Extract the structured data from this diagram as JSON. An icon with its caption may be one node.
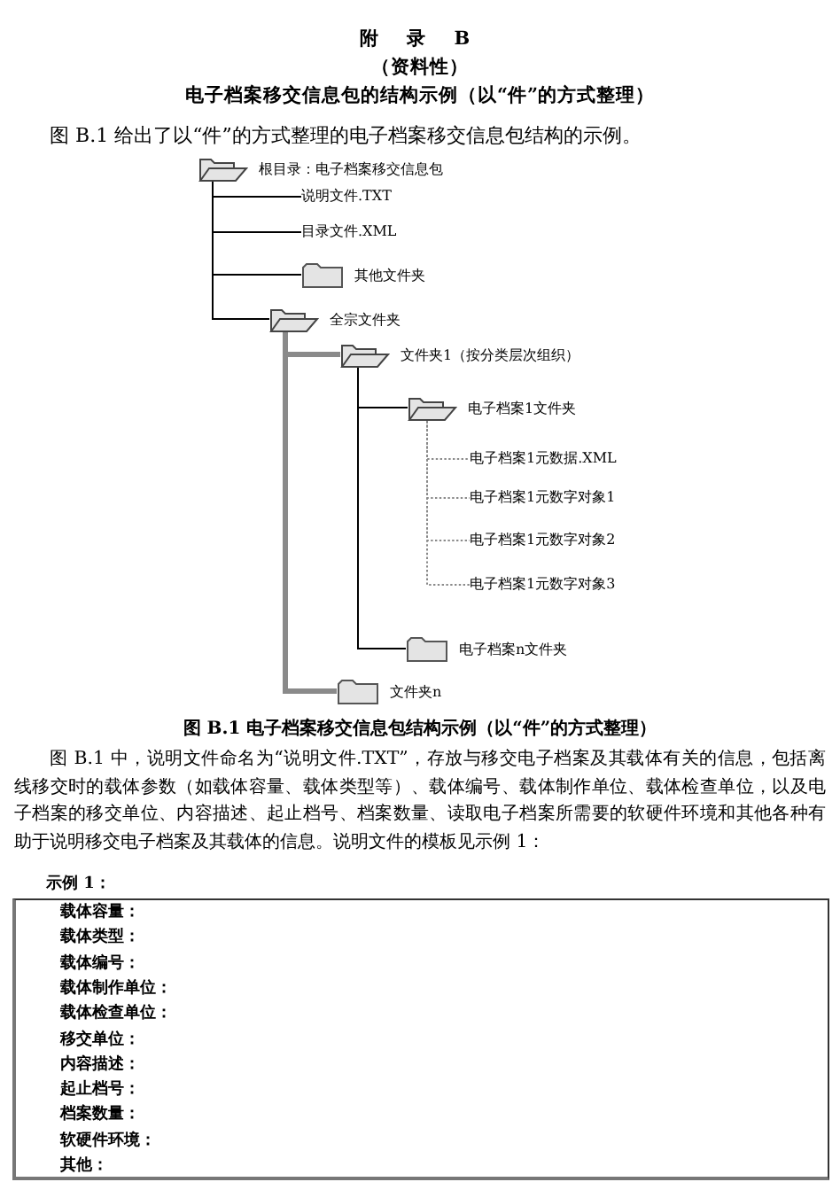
{
  "diagram": {
    "title": "附 录 B",
    "caption": "图 B.1 电子档案移交信息包结构示例（以“件”的方式整理）",
    "labels": [
      "（资料性）",
      "电子档案移交信息包的结构示例（以“件”的方式整理）",
      "图 B.1 给出了以“件”的方式整理的电子档案移交信息包结构的示例。",
      "图 B.1 中，说明文件命名为“说明文件.TXT”，存放与移交电子档案及其载体有关的信息，包括离线移交时的载体参数（如载体容量、载体类型等）、载体编号、载体制作单位、载体检查单位，以及电子档案的移交单位、内容描述、起止档号、档案数量、读取电子档案所需要的软硬件环境和其他各种有助于说明移交电子档案及其载体的信息。说明文件的模板见示例 1："
    ],
    "nodes": [
      {
        "text": [
          "根目录：电子档案移交信息包"
        ]
      },
      {
        "text": [
          "说明文件.TXT"
        ]
      },
      {
        "text": [
          "目录文件.XML"
        ]
      },
      {
        "text": [
          "其他文件夹"
        ]
      },
      {
        "text": [
          "全宗文件夹"
        ]
      },
      {
        "text": [
          "文件夹1（按分类层次组织）"
        ]
      },
      {
        "text": [
          "电子档案1文件夹"
        ]
      },
      {
        "text": [
          "电子档案1元数据.XML"
        ]
      },
      {
        "text": [
          "电子档案1元数字对象1"
        ]
      },
      {
        "text": [
          "电子档案1元数字对象2"
        ]
      },
      {
        "text": [
          "电子档案1元数字对象3"
        ]
      },
      {
        "text": [
          "电子档案n文件夹"
        ]
      },
      {
        "text": [
          "文件夹n"
        ]
      },
      {
        "text": [
          "示例 1：",
          "载体容量：",
          "载体类型：",
          "载体编号：",
          "载体制作单位：",
          "载体检查单位：",
          "移交单位：",
          "内容描述：",
          "起止档号：",
          "档案数量：",
          "软硬件环境：",
          "其他："
        ]
      }
    ],
    "edges": [
      {
        "from": 0,
        "to": 1,
        "arrow": "none"
      },
      {
        "from": 0,
        "to": 2,
        "arrow": "none"
      },
      {
        "from": 0,
        "to": 3,
        "arrow": "none"
      },
      {
        "from": 0,
        "to": 4,
        "arrow": "none"
      },
      {
        "from": 4,
        "to": 5,
        "arrow": "none",
        "style": "thick",
        "color": "#8a8a8a"
      },
      {
        "from": 4,
        "to": 12,
        "arrow": "none",
        "style": "thick",
        "color": "#8a8a8a"
      },
      {
        "from": 5,
        "to": 6,
        "arrow": "none"
      },
      {
        "from": 5,
        "to": 11,
        "arrow": "none"
      },
      {
        "from": 6,
        "to": 7,
        "arrow": "none",
        "style": "dashed",
        "color": "#8a8a8a"
      },
      {
        "from": 6,
        "to": 8,
        "arrow": "none",
        "style": "dashed",
        "color": "#8a8a8a"
      },
      {
        "from": 6,
        "to": 9,
        "arrow": "none",
        "style": "dashed",
        "color": "#8a8a8a"
      },
      {
        "from": 6,
        "to": 10,
        "arrow": "none",
        "style": "dashed",
        "color": "#8a8a8a"
      }
    ]
  }
}
